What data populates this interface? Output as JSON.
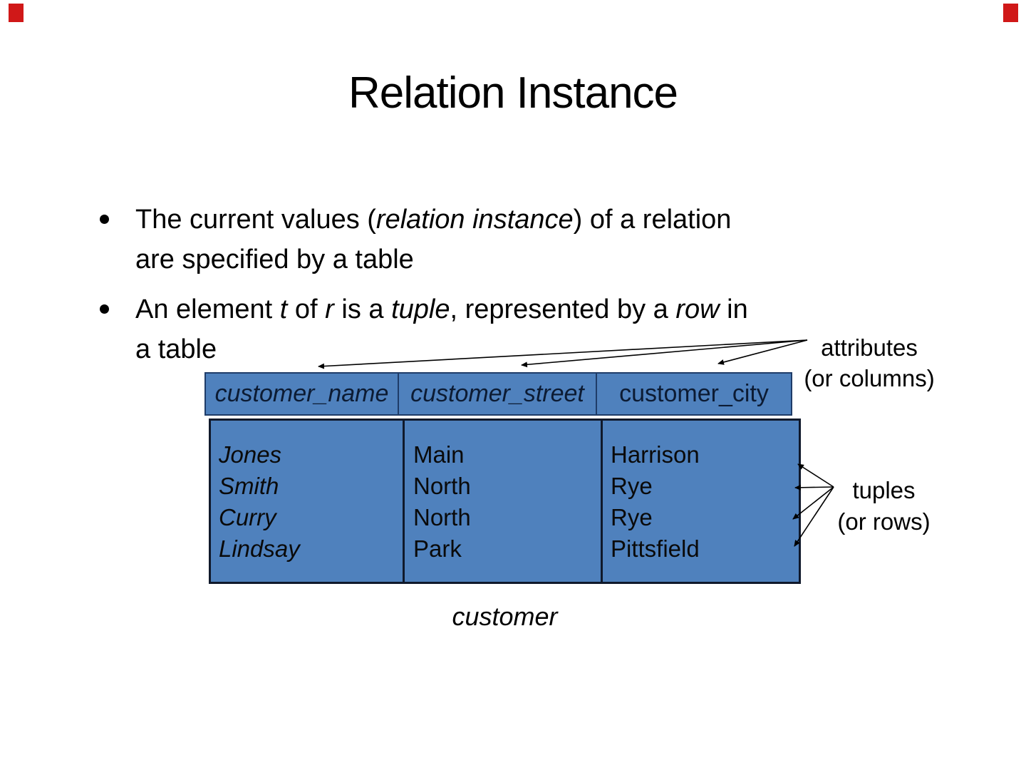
{
  "colors": {
    "table-fill": "#4f81bd",
    "header-border": "#1f3c68",
    "body-border": "#10192b",
    "text": "#000000",
    "corner-mark": "#d01818"
  },
  "slide": {
    "title": "Relation Instance",
    "bullets": [
      {
        "lines": [
          [
            {
              "t": "The current values ("
            },
            {
              "t": "relation instance",
              "i": true
            },
            {
              "t": ") of a relation"
            }
          ],
          [
            {
              "t": "are specified by a table"
            }
          ]
        ]
      },
      {
        "lines": [
          [
            {
              "t": "An element "
            },
            {
              "t": "t",
              "i": true
            },
            {
              "t": " of "
            },
            {
              "t": "r",
              "i": true
            },
            {
              "t": " is a "
            },
            {
              "t": "tuple",
              "i": true
            },
            {
              "t": ", represented by a "
            },
            {
              "t": "row",
              "i": true
            },
            {
              "t": " in"
            }
          ],
          [
            {
              "t": "a table"
            }
          ]
        ]
      }
    ]
  },
  "table": {
    "headers": [
      [
        {
          "t": "customer_name",
          "i": true
        }
      ],
      [
        {
          "t": "customer_street",
          "i": true
        }
      ],
      [
        {
          "t": "customer_city"
        }
      ]
    ],
    "rows": [
      [
        "Jones",
        "Main",
        "Harrison"
      ],
      [
        "Smith",
        "North",
        "Rye"
      ],
      [
        "Curry",
        "North",
        "Rye"
      ],
      [
        "Lindsay",
        "Park",
        "Pittsfield"
      ]
    ],
    "caption": "customer"
  },
  "annotations": {
    "attributes": {
      "line1": "attributes",
      "line2": "(or columns)"
    },
    "tuples": {
      "line1": "tuples",
      "line2": "(or rows)"
    }
  }
}
